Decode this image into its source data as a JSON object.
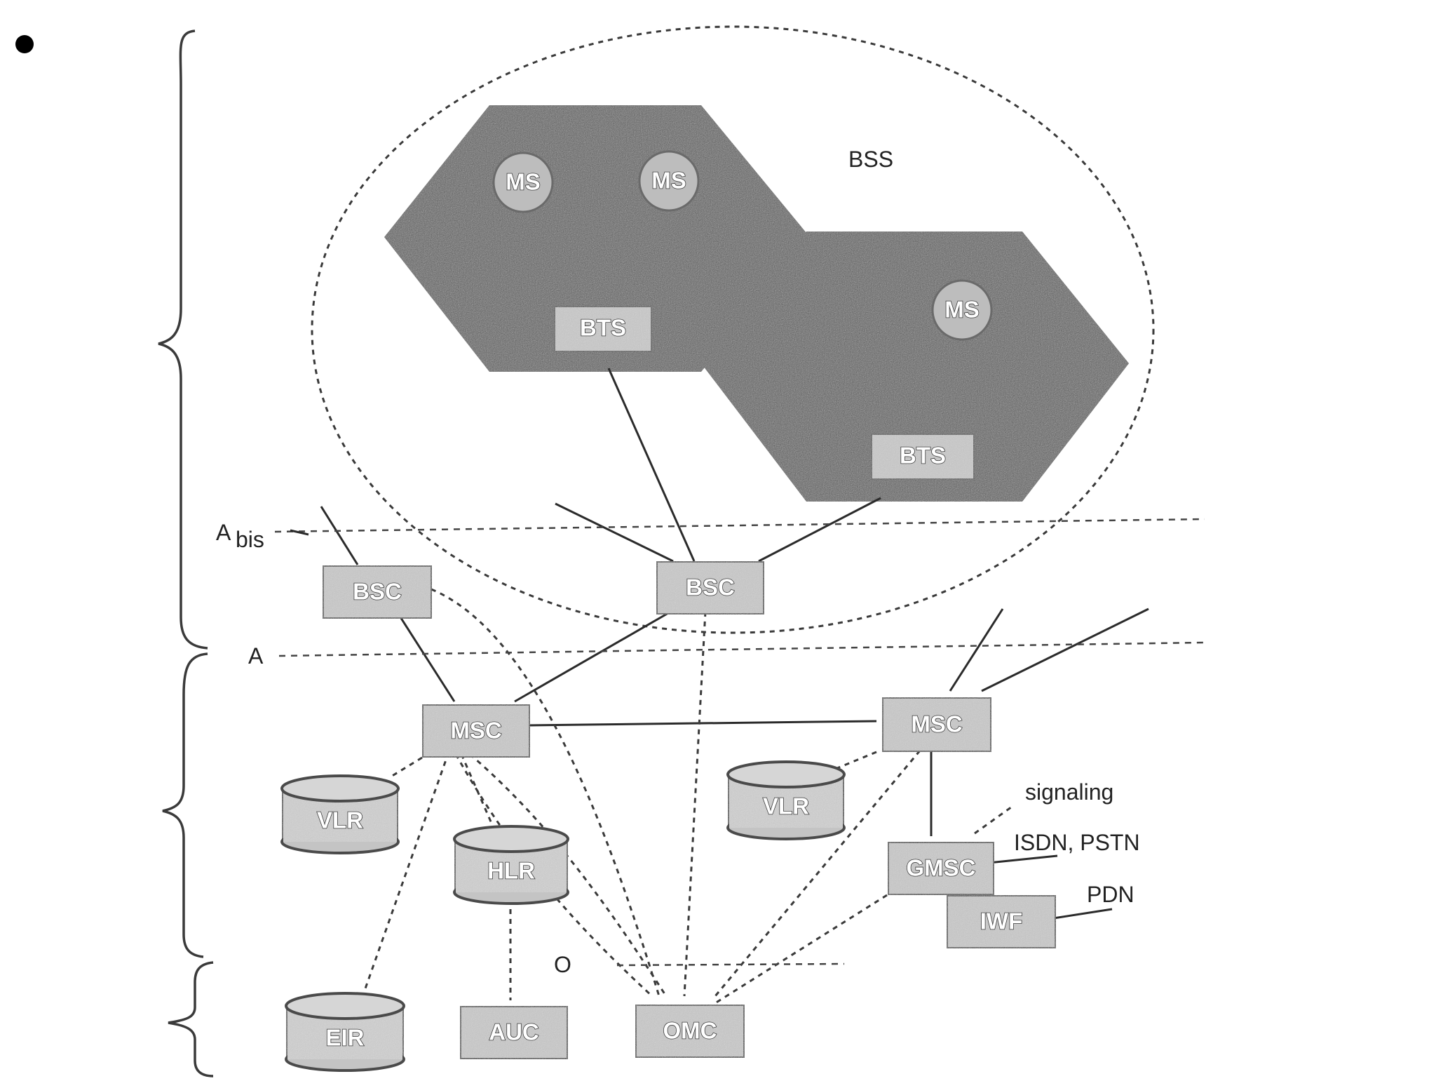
{
  "slide": {
    "bullet": ""
  },
  "diagram": {
    "bss_label": "BSS",
    "nodes": {
      "ms1": "MS",
      "ms2": "MS",
      "ms3": "MS",
      "bts1": "BTS",
      "bts2": "BTS",
      "bsc1": "BSC",
      "bsc2": "BSC",
      "msc1": "MSC",
      "msc2": "MSC",
      "vlr1": "VLR",
      "vlr2": "VLR",
      "hlr": "HLR",
      "eir": "EIR",
      "auc": "AUC",
      "omc": "OMC",
      "gmsc": "GMSC",
      "iwf": "IWF"
    },
    "interfaces": {
      "abis_main": "A",
      "abis_sub": "bis",
      "a": "A",
      "o": "O"
    },
    "annotations": {
      "signaling": "signaling",
      "isdn_pstn": "ISDN, PSTN",
      "pdn": "PDN"
    }
  }
}
